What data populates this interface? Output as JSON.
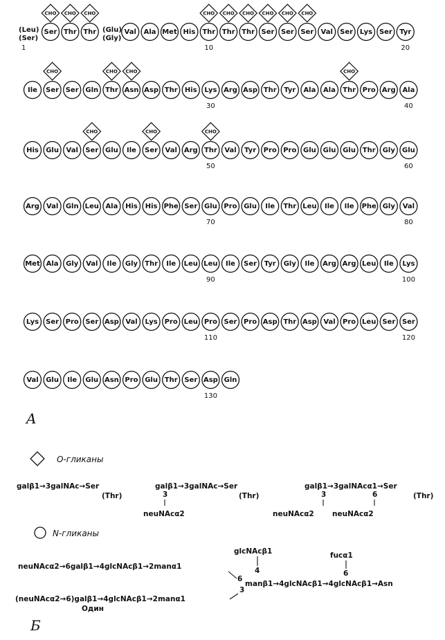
{
  "nterm": {
    "top_line1": "(Leu)",
    "top_line2": "(Ser)",
    "mid_line1": "(Glu)",
    "mid_line2": "(Gly)"
  },
  "rows": [
    {
      "residues": [
        "Ser",
        "Thr",
        "Thr",
        "Val",
        "Ala",
        "Met",
        "His",
        "Thr",
        "Thr",
        "Thr",
        "Ser",
        "Ser",
        "Ser",
        "Val",
        "Ser",
        "Lys",
        "Ser",
        "Tyr"
      ],
      "glyco": [
        0,
        1,
        2,
        7,
        8,
        9,
        10,
        11,
        12
      ],
      "numbers": [
        {
          "i": 7,
          "label": "10"
        },
        {
          "i": 17,
          "label": "20"
        }
      ],
      "start_label": "1"
    },
    {
      "residues": [
        "Ile",
        "Ser",
        "Ser",
        "Gln",
        "Thr",
        "Asn",
        "Asp",
        "Thr",
        "His",
        "Lys",
        "Arg",
        "Asp",
        "Thr",
        "Tyr",
        "Ala",
        "Ala",
        "Thr",
        "Pro",
        "Arg",
        "Ala"
      ],
      "glyco": [
        1,
        4,
        5,
        16
      ],
      "numbers": [
        {
          "i": 9,
          "label": "30"
        },
        {
          "i": 19,
          "label": "40"
        }
      ]
    },
    {
      "residues": [
        "His",
        "Glu",
        "Val",
        "Ser",
        "Glu",
        "Ile",
        "Ser",
        "Val",
        "Arg",
        "Thr",
        "Val",
        "Tyr",
        "Pro",
        "Pro",
        "Glu",
        "Glu",
        "Glu",
        "Thr",
        "Gly",
        "Glu"
      ],
      "glyco": [
        3,
        6,
        9
      ],
      "numbers": [
        {
          "i": 9,
          "label": "50"
        },
        {
          "i": 19,
          "label": "60"
        }
      ]
    },
    {
      "residues": [
        "Arg",
        "Val",
        "Gln",
        "Leu",
        "Ala",
        "His",
        "His",
        "Phe",
        "Ser",
        "Glu",
        "Pro",
        "Glu",
        "Ile",
        "Thr",
        "Leu",
        "Ile",
        "Ile",
        "Phe",
        "Gly",
        "Val"
      ],
      "glyco": [],
      "numbers": [
        {
          "i": 9,
          "label": "70"
        },
        {
          "i": 19,
          "label": "80"
        }
      ]
    },
    {
      "residues": [
        "Met",
        "Ala",
        "Gly",
        "Val",
        "Ile",
        "Gly",
        "Thr",
        "Ile",
        "Leu",
        "Leu",
        "Ile",
        "Ser",
        "Tyr",
        "Gly",
        "Ile",
        "Arg",
        "Arg",
        "Leu",
        "Ile",
        "Lys"
      ],
      "glyco": [],
      "numbers": [
        {
          "i": 9,
          "label": "90"
        },
        {
          "i": 19,
          "label": "100"
        }
      ]
    },
    {
      "residues": [
        "Lys",
        "Ser",
        "Pro",
        "Ser",
        "Asp",
        "Val",
        "Lys",
        "Pro",
        "Leu",
        "Pro",
        "Ser",
        "Pro",
        "Asp",
        "Thr",
        "Asp",
        "Val",
        "Pro",
        "Leu",
        "Ser",
        "Ser"
      ],
      "glyco": [],
      "numbers": [
        {
          "i": 9,
          "label": "110"
        },
        {
          "i": 19,
          "label": "120"
        }
      ]
    },
    {
      "residues": [
        "Val",
        "Glu",
        "Ile",
        "Glu",
        "Asn",
        "Pro",
        "Glu",
        "Thr",
        "Ser",
        "Asp",
        "Gln"
      ],
      "glyco": [],
      "numbers": [
        {
          "i": 9,
          "label": "130"
        }
      ]
    }
  ],
  "cho_label": "CHO",
  "panel_a": "A",
  "panel_b": "Б",
  "legend": {
    "o_glycans": "O-гликаны",
    "n_glycans": "N-гликаны"
  },
  "o_glycans": {
    "g1_main": "galβ1→3galNAc→Ser",
    "g1_sub": "(Thr)",
    "g2_main": "galβ1→3galNAc→Ser",
    "g2_sub": "(Thr)",
    "g2_link": "3",
    "g2_branch": "neuNAcα2",
    "g3_main": "galβ1→3galNAcα1→Ser",
    "g3_sub": "(Thr)",
    "g3_link_a": "3",
    "g3_link_b": "6",
    "g3_branch_a": "neuNAcα2",
    "g3_branch_b": "neuNAcα2"
  },
  "n_glycan": {
    "top_branch": "glcNAcβ1",
    "top_link": "4",
    "fuc": "fucα1",
    "fuc_link": "6",
    "upper_arm": "neuNAcα2→6galβ1→4glcNAcβ1→2manα1",
    "upper_link": "6",
    "core": "manβ1→4glcNAcβ1→4glcNAcβ1→Asn",
    "lower_arm": "(neuNAcα2→6)galβ1→4glcNAcβ1→2manα1",
    "lower_link": "3",
    "lower_note": "Один"
  }
}
